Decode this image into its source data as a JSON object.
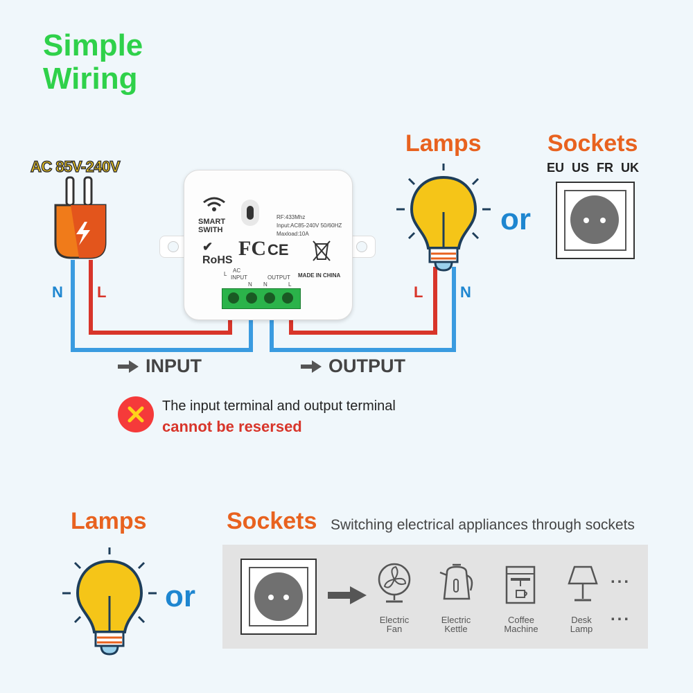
{
  "title": {
    "line1": "Simple",
    "line2": "Wiring"
  },
  "plug": {
    "voltage": "AC 85V-240V",
    "wire_n": "N",
    "wire_l": "L"
  },
  "device": {
    "name_line1": "SMART",
    "name_line2": "SWITH",
    "rohs": "RoHS",
    "fc": "FC",
    "ce": "CE",
    "rf": "RF:433Mhz",
    "input_spec": "Input:AC85-240V 50/60HZ",
    "maxload": "Maxload:10A",
    "made_in": "MADE IN CHINA",
    "ac": "AC",
    "input_label": "INPUT",
    "output_label": "OUTPUT",
    "term_l1": "L",
    "term_n1": "N",
    "term_n2": "N",
    "term_l2": "L"
  },
  "lamp": {
    "label": "Lamps",
    "wire_l": "L",
    "wire_n": "N"
  },
  "or_text": "or",
  "sockets": {
    "label": "Sockets",
    "types": "EU US FR UK"
  },
  "flow": {
    "input": "INPUT",
    "output": "OUTPUT"
  },
  "warning": {
    "line1": "The input terminal and output terminal",
    "line2": "cannot be resersed"
  },
  "bottom": {
    "lamps_label": "Lamps",
    "or_text": "or",
    "sockets_label": "Sockets",
    "sockets_desc": "Switching electrical appliances through sockets",
    "appliances": [
      {
        "line1": "Electric",
        "line2": "Fan"
      },
      {
        "line1": "Electric",
        "line2": "Kettle"
      },
      {
        "line1": "Coffee",
        "line2": "Machine"
      },
      {
        "line1": "Desk",
        "line2": "Lamp"
      }
    ],
    "more": "..."
  },
  "colors": {
    "green": "#2fd14a",
    "orange": "#e8621f",
    "blue": "#1e86d0",
    "red": "#d8352a",
    "wire_blue": "#3a9be0",
    "wire_red": "#d8352a"
  }
}
